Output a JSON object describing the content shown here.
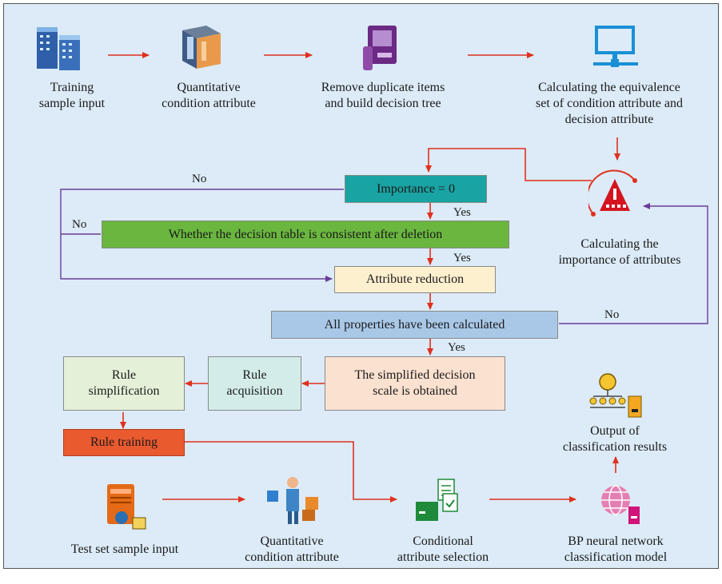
{
  "steps": {
    "training_input": "Training\nsample input",
    "quant_attr_top": "Quantitative\ncondition attribute",
    "remove_dup": "Remove duplicate items\nand build decision tree",
    "calc_equiv": "Calculating the equivalence\nset of condition attribute and\ndecision attribute",
    "calc_importance": "Calculating the\nimportance of attributes",
    "output": "Output of\nclassification results",
    "bp_model": "BP neural network\nclassification model",
    "cond_attr_select": "Conditional\nattribute selection",
    "quant_attr_bottom": "Quantitative\ncondition attribute",
    "test_input": "Test set sample input"
  },
  "boxes": {
    "importance": "Importance = 0",
    "consistent": "Whether the decision table is consistent after deletion",
    "attr_reduction": "Attribute reduction",
    "all_calculated": "All properties have been calculated",
    "simplified_scale": "The simplified decision\nscale is obtained",
    "rule_acquisition": "Rule\nacquisition",
    "rule_simplification": "Rule\nsimplification",
    "rule_training": "Rule training"
  },
  "labels": {
    "yes1": "Yes",
    "yes2": "Yes",
    "yes3": "Yes",
    "no1": "No",
    "no2": "No",
    "no3": "No"
  },
  "colors": {
    "arrow_red": "#e0301e",
    "arrow_purple": "#6a3d9a",
    "importance_box": "#1aa3a3",
    "consistent_box": "#6ab63f",
    "reduction_box": "#fdf0cf",
    "all_calc_box": "#a9c8e8",
    "scale_box": "#fbe1d0",
    "acquisition_box": "#d3ecea",
    "simplification_box": "#e4f1d8",
    "training_box": "#ea5a2f",
    "background": "#dcebf7"
  }
}
